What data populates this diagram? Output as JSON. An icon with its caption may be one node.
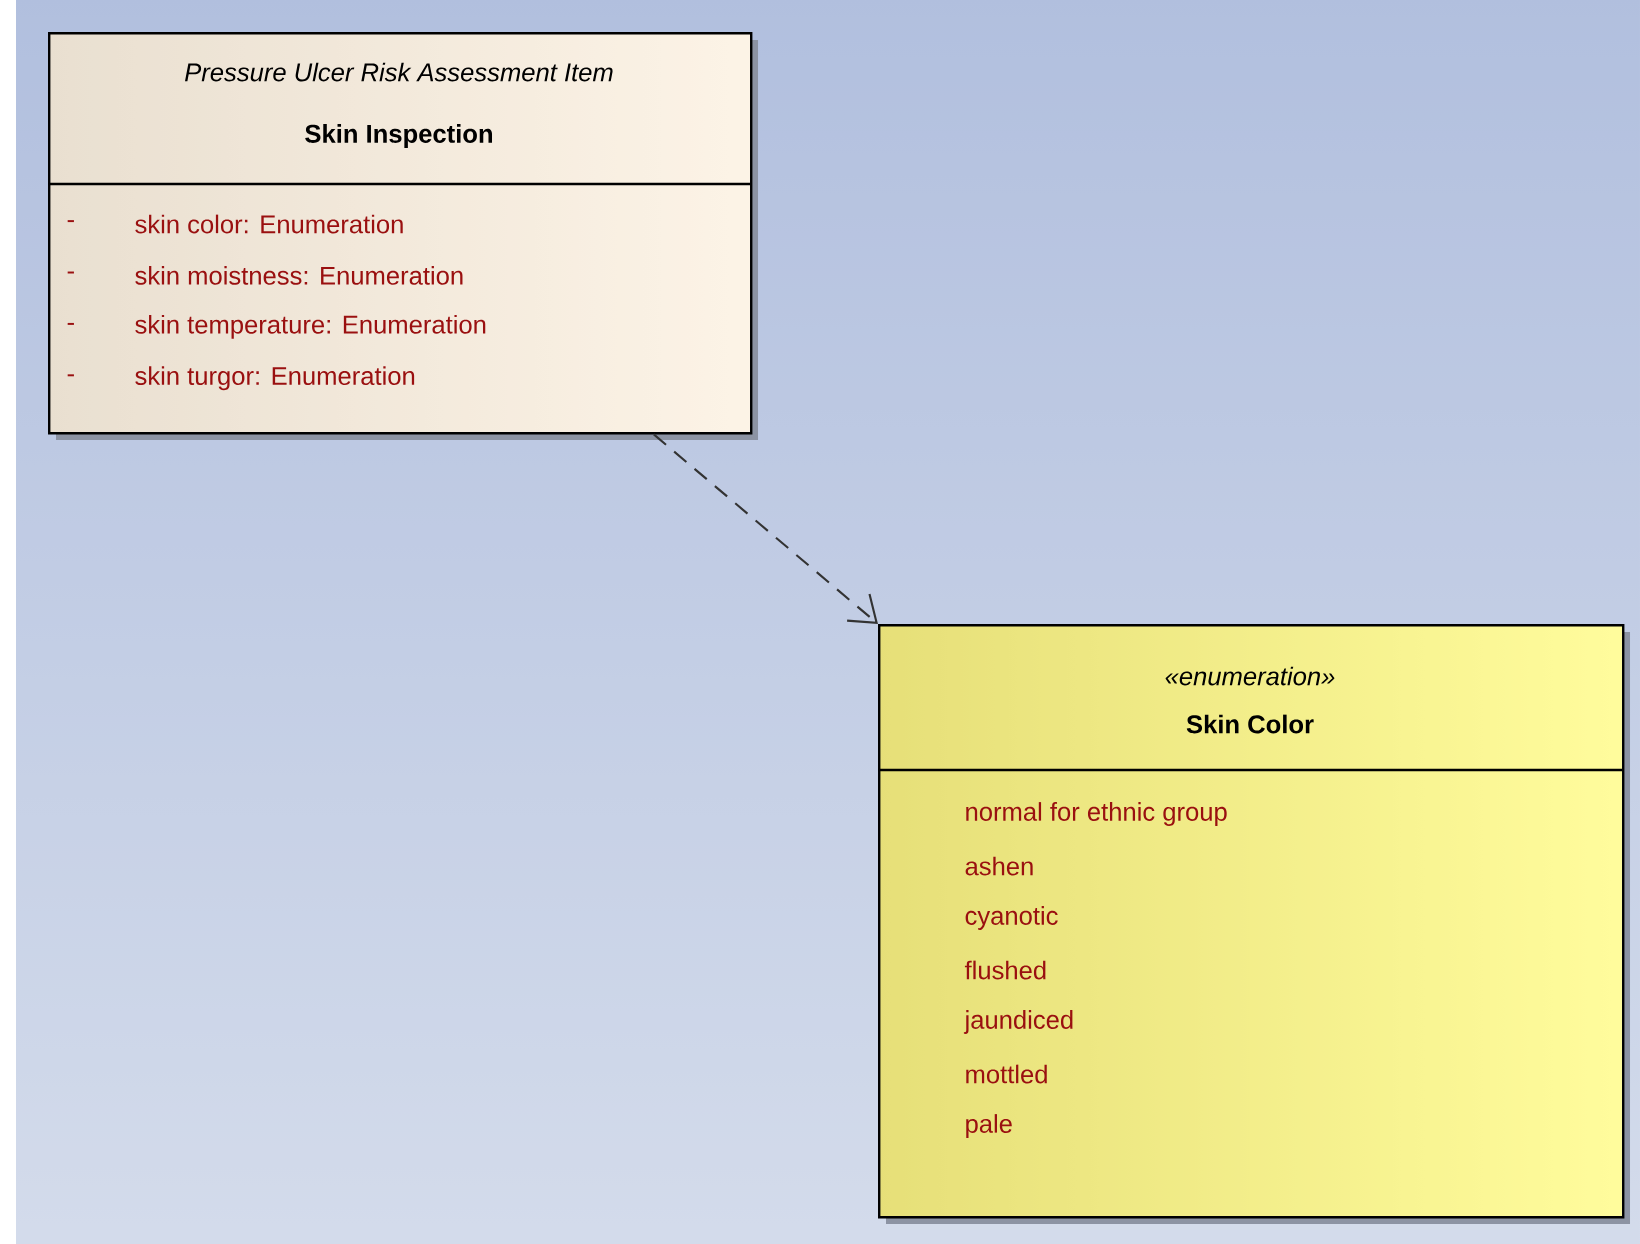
{
  "diagram": {
    "nodes": [
      {
        "text": [
          "Pressure Ulcer Risk Assessment Item",
          "Skin Inspection",
          "-",
          "skin color:  Enumeration",
          "-",
          "skin moistness:  Enumeration",
          "-",
          "skin temperature:  Enumeration",
          "-",
          "skin turgor:  Enumeration"
        ]
      },
      {
        "text": [
          "«enumeration»",
          "Skin Color",
          "normal for ethnic group",
          "ashen",
          "cyanotic",
          "flushed",
          "jaundiced",
          "mottled",
          "pale"
        ]
      }
    ],
    "edges": [
      {
        "from": 0,
        "to": 1,
        "arrow": "to",
        "style": "dashed"
      }
    ]
  }
}
